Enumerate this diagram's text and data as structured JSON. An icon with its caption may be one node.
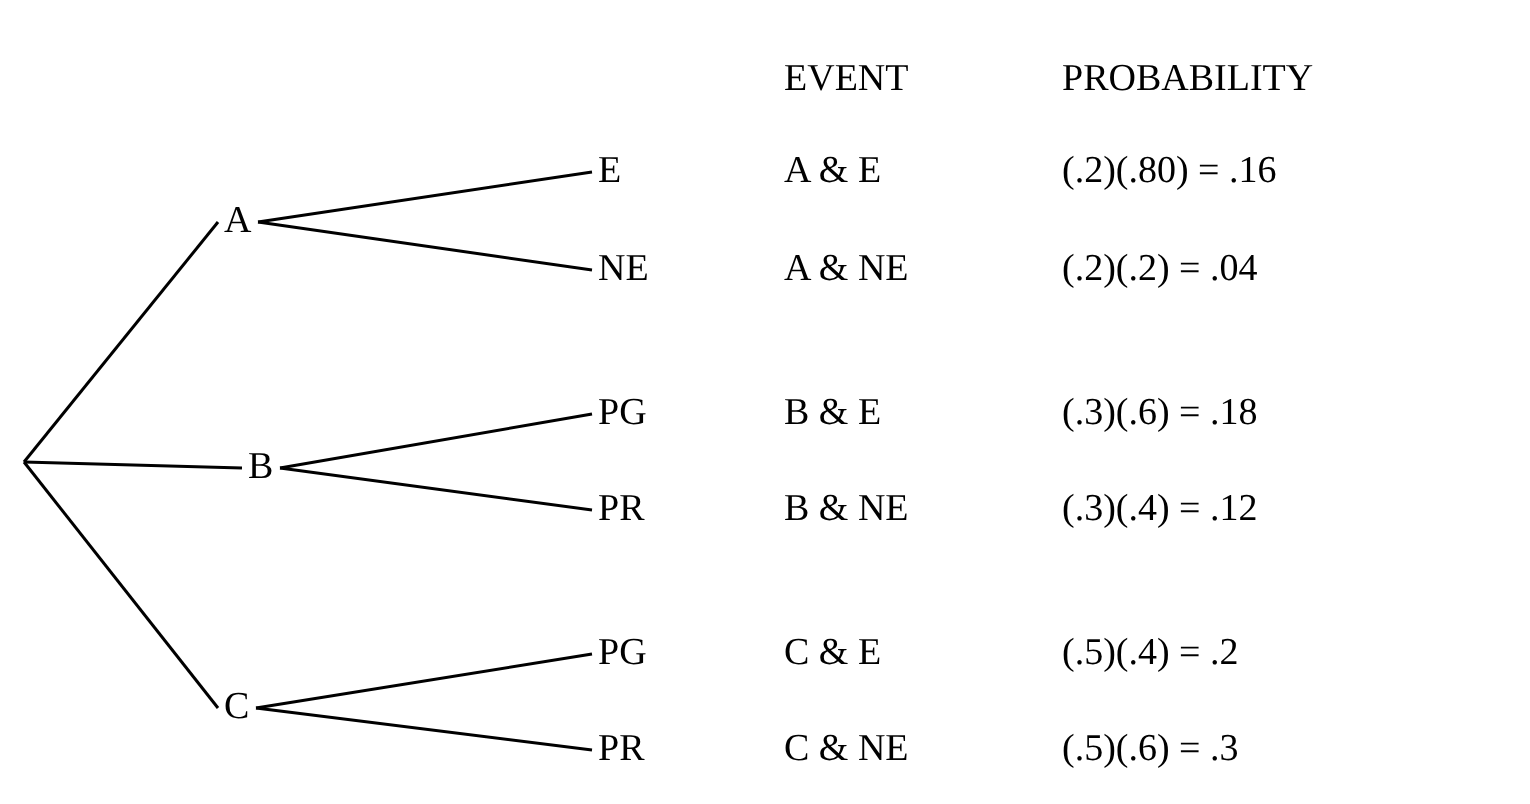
{
  "diagram": {
    "nodes": [
      {
        "text": [
          "A"
        ]
      },
      {
        "text": [
          "B"
        ]
      },
      {
        "text": [
          "C"
        ]
      },
      {
        "text": [
          "E"
        ]
      },
      {
        "text": [
          "NE"
        ]
      },
      {
        "text": [
          "PG"
        ]
      },
      {
        "text": [
          "PR"
        ]
      },
      {
        "text": [
          "PG"
        ]
      },
      {
        "text": [
          "PR"
        ]
      }
    ],
    "edges": [
      {
        "from": null,
        "to": 0,
        "arrow": "none"
      },
      {
        "from": null,
        "to": 1,
        "arrow": "none"
      },
      {
        "from": null,
        "to": 2,
        "arrow": "none"
      },
      {
        "from": 0,
        "to": 3,
        "arrow": "none"
      },
      {
        "from": 0,
        "to": 4,
        "arrow": "none"
      },
      {
        "from": 1,
        "to": 5,
        "arrow": "none"
      },
      {
        "from": 1,
        "to": 6,
        "arrow": "none"
      },
      {
        "from": 2,
        "to": 7,
        "arrow": "none"
      },
      {
        "from": 2,
        "to": 8,
        "arrow": "none"
      }
    ],
    "labels": [
      "EVENT",
      "PROBABILITY",
      "A & E",
      "(.2)(.80) = .16",
      "A & NE",
      "(.2)(.2) = .04",
      "B & E",
      "(.3)(.6) = .18",
      "B & NE",
      "(.3)(.4) = .12",
      "C & E",
      "(.5)(.4) = .2",
      "C & NE",
      "(.5)(.6) = .3"
    ]
  }
}
